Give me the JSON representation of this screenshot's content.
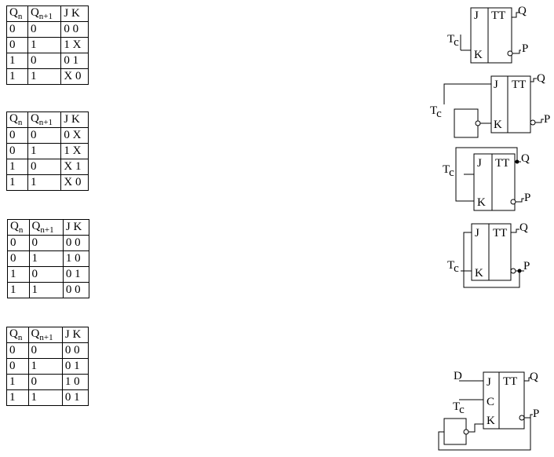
{
  "headers": {
    "q": "Q",
    "q_sub": "n",
    "qn1": "Q",
    "qn1_sub": "n+1",
    "jk": "J K"
  },
  "tables": [
    {
      "rows": [
        [
          "0",
          "0",
          "0 0"
        ],
        [
          "0",
          "1",
          "1 X"
        ],
        [
          "1",
          "0",
          "0 1"
        ],
        [
          "1",
          "1",
          "X 0"
        ]
      ]
    },
    {
      "rows": [
        [
          "0",
          "0",
          "0 X"
        ],
        [
          "0",
          "1",
          "1 X"
        ],
        [
          "1",
          "0",
          "X 1"
        ],
        [
          "1",
          "1",
          "X 0"
        ]
      ]
    },
    {
      "rows": [
        [
          "0",
          "0",
          "0 0"
        ],
        [
          "0",
          "1",
          "1 0"
        ],
        [
          "1",
          "0",
          "0 1"
        ],
        [
          "1",
          "1",
          "0 0"
        ]
      ]
    },
    {
      "rows": [
        [
          "0",
          "0",
          "0 0"
        ],
        [
          "0",
          "1",
          "0 1"
        ],
        [
          "1",
          "0",
          "1 0"
        ],
        [
          "1",
          "1",
          "0 1"
        ]
      ]
    }
  ],
  "labels": {
    "j": "J",
    "k": "K",
    "c": "C",
    "d": "D",
    "tt": "TT",
    "q": "Q",
    "p": "P",
    "tc": "T",
    "tc_sub": "c"
  }
}
